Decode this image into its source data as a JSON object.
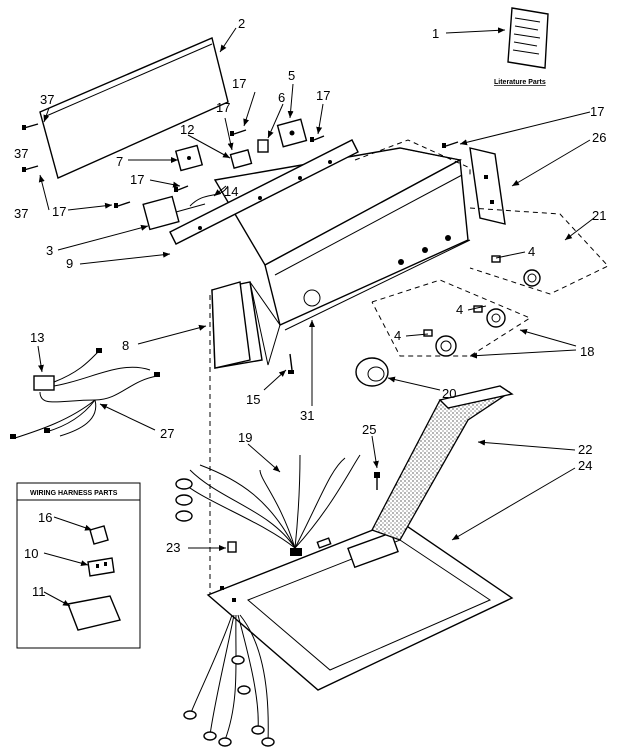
{
  "callouts": [
    "1",
    "2",
    "3",
    "4",
    "4",
    "4",
    "5",
    "6",
    "7",
    "8",
    "9",
    "12",
    "13",
    "14",
    "15",
    "16",
    "10",
    "11",
    "17",
    "17",
    "17",
    "17",
    "17",
    "17",
    "18",
    "19",
    "20",
    "21",
    "22",
    "23",
    "24",
    "25",
    "26",
    "27",
    "31",
    "37",
    "37",
    "37"
  ],
  "literature_label": "Literature Parts",
  "harness_box_title": "WIRING HARNESS PARTS"
}
